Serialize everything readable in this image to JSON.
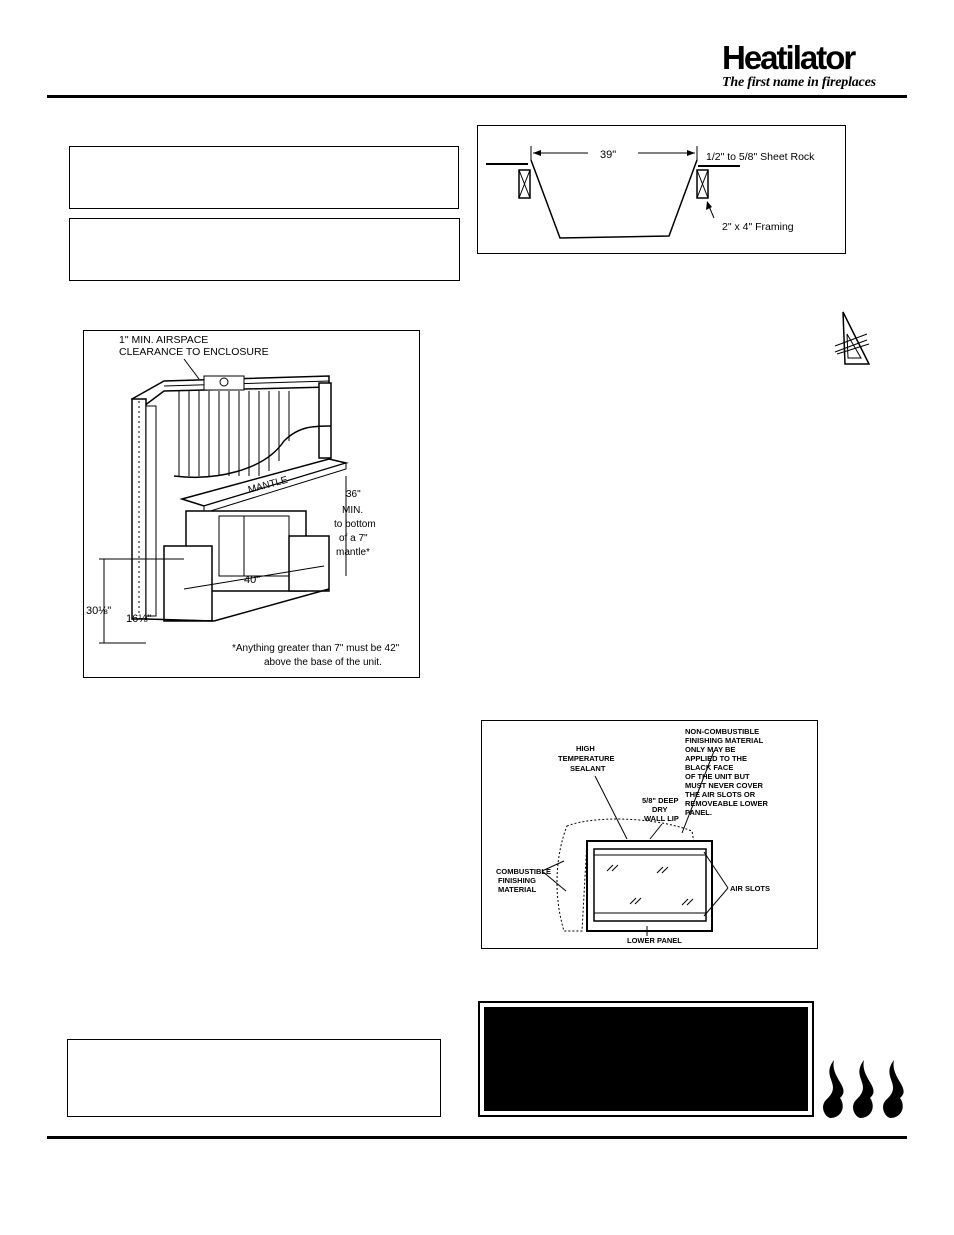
{
  "header": {
    "brand": "Heatilator",
    "tagline": "The first name in fireplaces"
  },
  "figure_framing_top": {
    "width_label": "39\"",
    "sheet_rock_label": "1/2\" to 5/8\" Sheet Rock",
    "framing_label": "2\" x 4\" Framing"
  },
  "figure_enclosure": {
    "airspace_label_1": "1\" MIN. AIRSPACE",
    "airspace_label_2": "CLEARANCE TO ENCLOSURE",
    "mantle_label": "MANTLE",
    "min_height_1": "36\"",
    "min_height_2": "MIN.",
    "min_height_3": "to bottom",
    "min_height_4": "of a 7\"",
    "min_height_5": "mantle*",
    "width_label": "40\"",
    "height_label": "30⅛\"",
    "depth_label": "16⅛\"",
    "footnote_1": "*Anything greater than 7\" must be 42\"",
    "footnote_2": "above the base of the unit."
  },
  "figure_finishing": {
    "sealant_1": "HIGH",
    "sealant_2": "TEMPERATURE",
    "sealant_3": "SEALANT",
    "noncomb_1": "NON-COMBUSTIBLE",
    "noncomb_2": "FINISHING MATERIAL",
    "noncomb_3": "ONLY MAY BE",
    "noncomb_4": "APPLIED TO THE",
    "noncomb_5": "BLACK FACE",
    "noncomb_6": "OF THE UNIT BUT",
    "noncomb_7": "MUST NEVER COVER",
    "noncomb_8": "THE AIR SLOTS OR",
    "noncomb_9": "REMOVEABLE LOWER",
    "noncomb_10": "PANEL.",
    "drywall_1": "5/8\" DEEP",
    "drywall_2": "DRY",
    "drywall_3": "WALL LIP",
    "combustible_1": "COMBUSTIBLE",
    "combustible_2": "FINISHING",
    "combustible_3": "MATERIAL",
    "airslots": "AIR SLOTS",
    "lower_panel": "LOWER PANEL"
  }
}
